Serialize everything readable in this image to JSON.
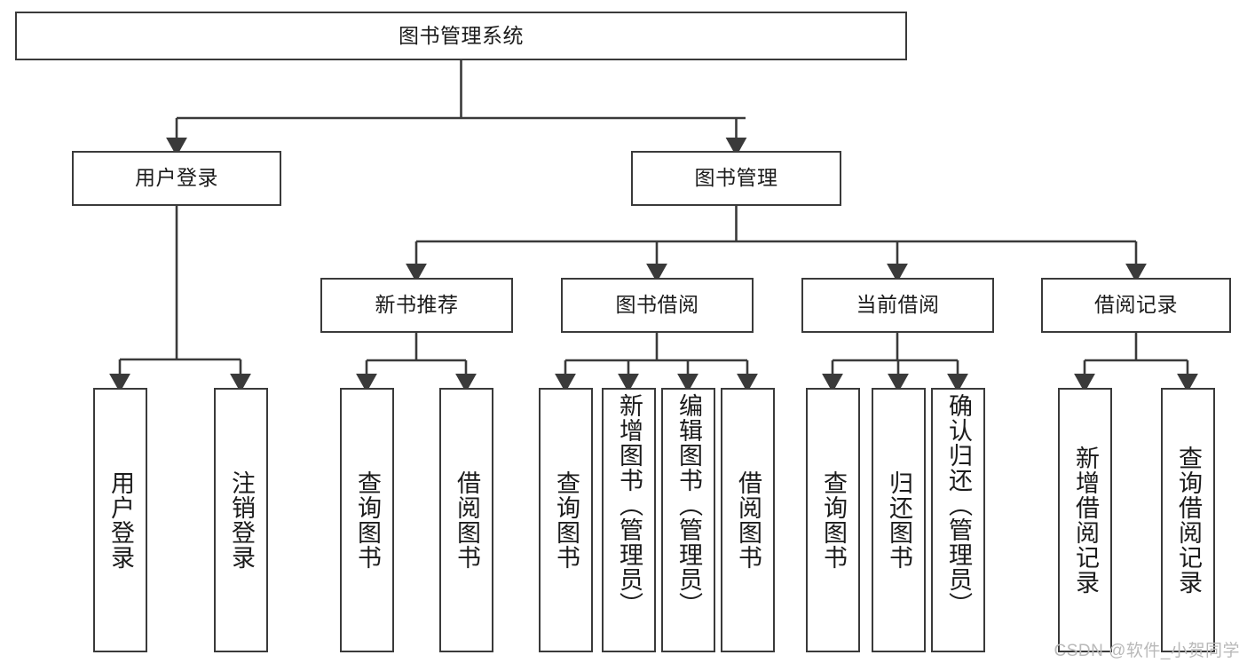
{
  "diagram": {
    "title_node": {
      "label": "图书管理系统"
    },
    "level2": [
      {
        "label": "用户登录"
      },
      {
        "label": "图书管理"
      }
    ],
    "level3": [
      {
        "label": "新书推荐"
      },
      {
        "label": "图书借阅"
      },
      {
        "label": "当前借阅"
      },
      {
        "label": "借阅记录"
      }
    ],
    "leaves": {
      "user_login": [
        {
          "label": "用户登录"
        },
        {
          "label": "注销登录"
        }
      ],
      "new_book_recommend": [
        {
          "label": "查询图书"
        },
        {
          "label": "借阅图书"
        }
      ],
      "book_borrow": [
        {
          "label": "查询图书"
        },
        {
          "label": "新增图书（管理员）"
        },
        {
          "label": "编辑图书（管理员）"
        },
        {
          "label": "借阅图书"
        }
      ],
      "current_borrow": [
        {
          "label": "查询图书"
        },
        {
          "label": "归还图书"
        },
        {
          "label": "确认归还（管理员）"
        }
      ],
      "borrow_record": [
        {
          "label": "新增借阅记录"
        },
        {
          "label": "查询借阅记录"
        }
      ]
    }
  },
  "watermark": {
    "text": "CSDN @软件_小贺同学"
  },
  "colors": {
    "border": "#3a3a3a",
    "text": "#1b1b1b",
    "background": "#ffffff",
    "watermark": "#b9b9b9"
  }
}
